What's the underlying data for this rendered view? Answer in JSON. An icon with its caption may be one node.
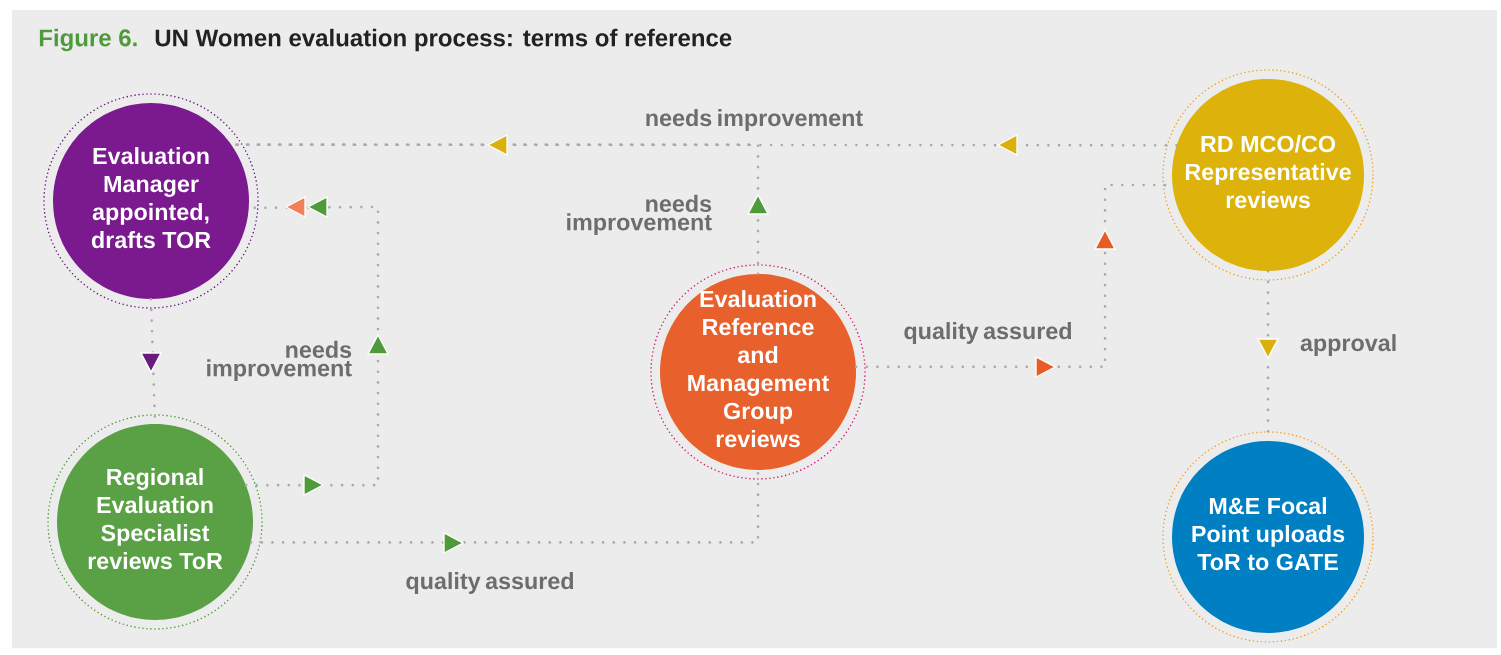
{
  "diagram": {
    "title": "UN Women evaluation process: terms of reference",
    "nodes": [
      {
        "text": [
          "Evaluation Manager appointed, drafts TOR"
        ]
      },
      {
        "text": [
          "Regional Evaluation Specialist reviews ToR"
        ]
      },
      {
        "text": [
          "Evaluation Reference and Management Group reviews"
        ]
      },
      {
        "text": [
          "RD MCO/CO Representative reviews"
        ]
      },
      {
        "text": [
          "M&E Focal Point uploads ToR to GATE"
        ]
      }
    ],
    "edges": [
      {
        "from": 0,
        "to": 1,
        "arrow": "to"
      },
      {
        "from": 1,
        "to": 0,
        "arrow": "to",
        "label": "needs improvement"
      },
      {
        "from": 1,
        "to": 2,
        "arrow": "to",
        "label": "quality assured"
      },
      {
        "from": 2,
        "to": 0,
        "arrow": "to",
        "label": "needs improvement"
      },
      {
        "from": 2,
        "to": 3,
        "arrow": "to",
        "label": "quality assured"
      },
      {
        "from": 3,
        "to": 0,
        "arrow": "to",
        "label": "needs improvement"
      },
      {
        "from": 3,
        "to": 4,
        "arrow": "to",
        "label": "approval"
      }
    ],
    "labels": [
      "Figure 6."
    ]
  }
}
